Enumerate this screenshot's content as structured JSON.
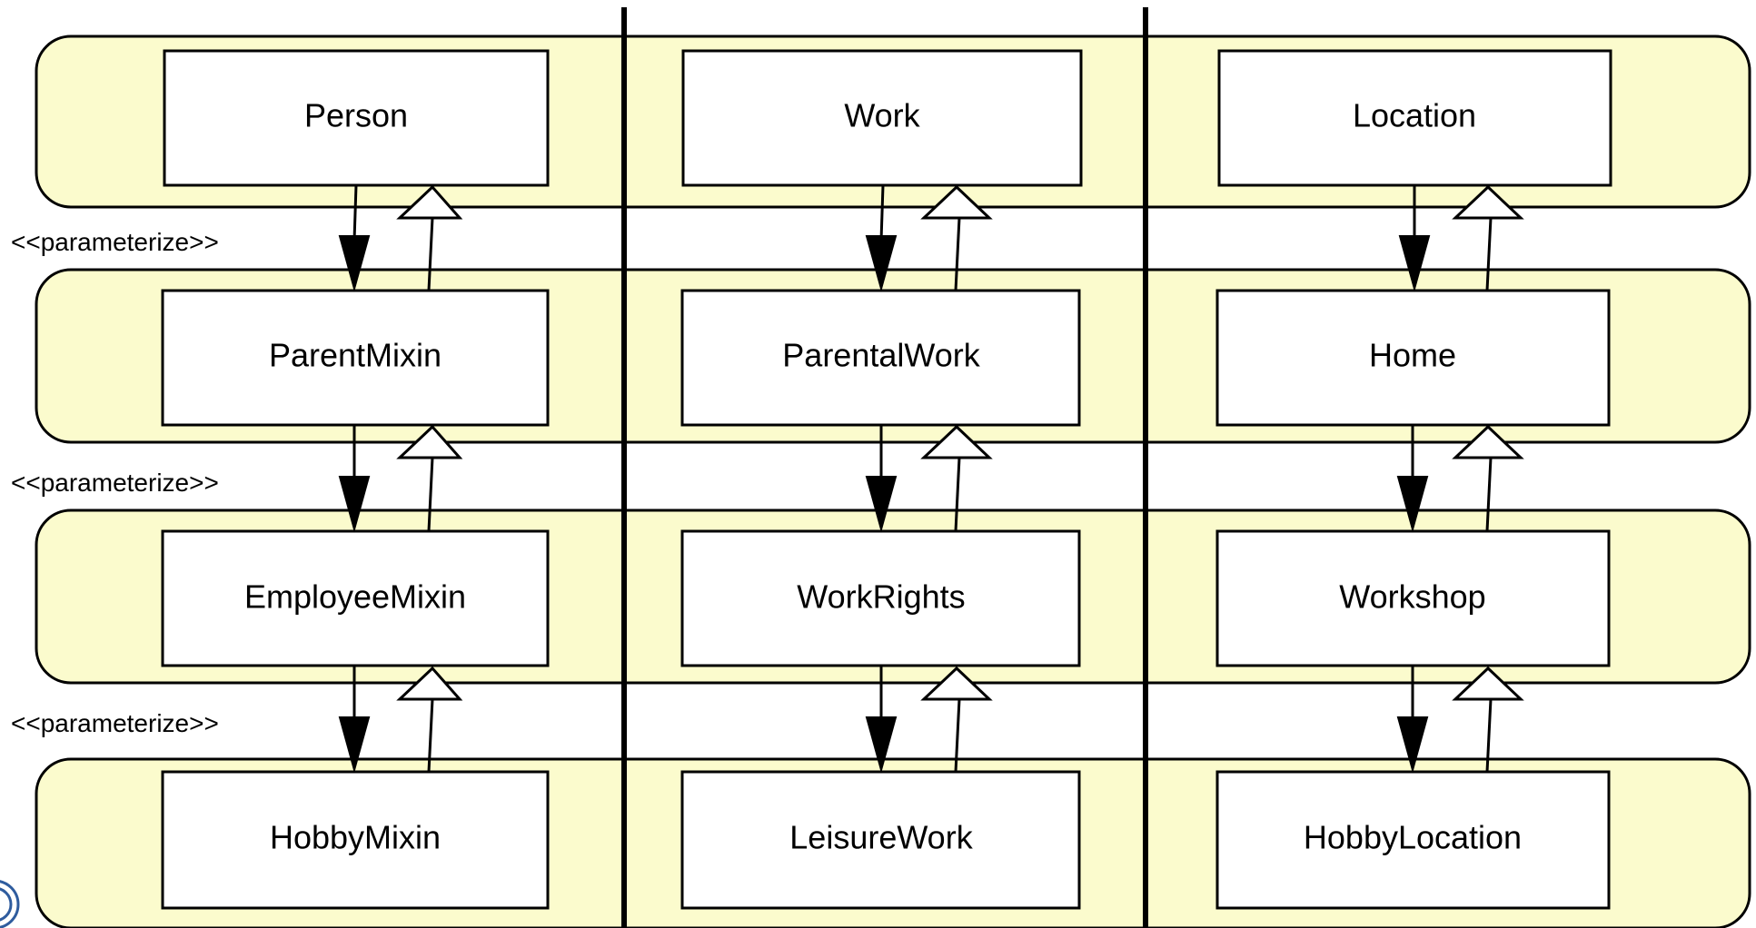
{
  "diagram": {
    "columns": [
      {
        "name": "Person",
        "classes": [
          "Person",
          "ParentMixin",
          "EmployeeMixin",
          "HobbyMixin"
        ]
      },
      {
        "name": "Work",
        "classes": [
          "Work",
          "ParentalWork",
          "WorkRights",
          "LeisureWork"
        ]
      },
      {
        "name": "Location",
        "classes": [
          "Location",
          "Home",
          "Workshop",
          "HobbyLocation"
        ]
      }
    ],
    "stereotypes": [
      "<<parameterize>>",
      "<<parameterize>>",
      "<<parameterize>>"
    ],
    "relations": {
      "downward": "parameterize (filled arrowhead)",
      "upward": "inheritance (hollow triangle)"
    },
    "colors": {
      "layer_fill": "#fbfbcd",
      "box_fill": "#ffffff",
      "stroke": "#000000",
      "logo": "#2f5c9e"
    }
  }
}
